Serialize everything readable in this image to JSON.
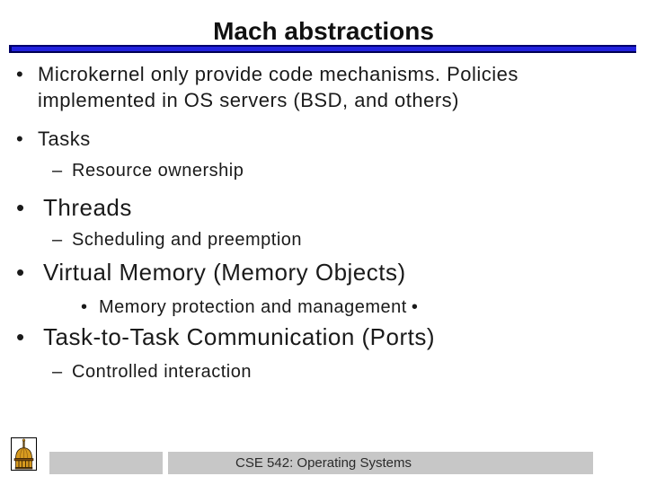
{
  "slide": {
    "title": "Mach abstractions",
    "colors": {
      "accent_blue": "#2222DE",
      "rule_edge_navy": "#000066",
      "body_text": "#1a1a1a",
      "footer_bar_gray": "#C7C7C7",
      "logo_gold": "#D79A1F",
      "logo_outline": "#2B1A02"
    },
    "bullets": [
      {
        "marker": "•",
        "text": "Microkernel only provide code mechanisms. Policies implemented in OS servers (BSD, and others)"
      },
      {
        "marker": "•",
        "text": "Tasks"
      },
      {
        "marker": "–",
        "text": "Resource ownership"
      },
      {
        "marker": "•",
        "text": "Threads"
      },
      {
        "marker": "–",
        "text": "Scheduling and preemption"
      },
      {
        "marker": "•",
        "text": "Virtual Memory (Memory Objects)"
      },
      {
        "marker": "•",
        "text": "Memory protection and management",
        "trailing_marker": "•"
      },
      {
        "marker": "•",
        "text": "Task-to-Task Communication (Ports)"
      },
      {
        "marker": "–",
        "text": "Controlled interaction"
      }
    ],
    "footer": {
      "course_label": "CSE 542: Operating Systems",
      "logo": "golden-dome-icon"
    }
  }
}
